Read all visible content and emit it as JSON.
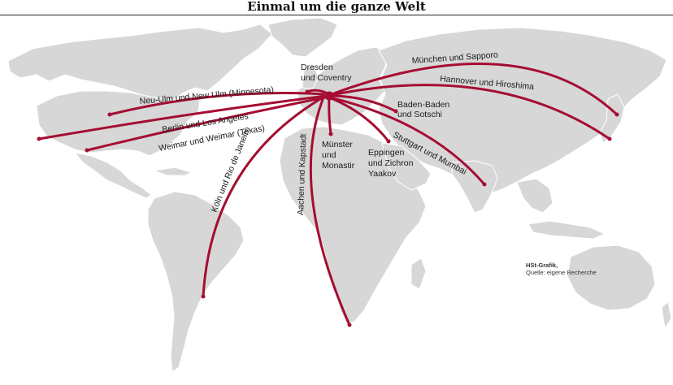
{
  "title": "Einmal um die ganze Welt",
  "routes": [
    {
      "label": "Neu-Ulm und New Ulm (Minnesota)",
      "from": "Neu-Ulm",
      "to": "New Ulm"
    },
    {
      "label": "Berlin und Los Angeles",
      "from": "Berlin",
      "to": "Los Angeles"
    },
    {
      "label": "Weimar und Weimar (Texas)",
      "from": "Weimar",
      "to": "Weimar (Texas)"
    },
    {
      "label": "Köln und Rio de Janeiro",
      "from": "Köln",
      "to": "Rio de Janeiro"
    },
    {
      "label": "Aachen und Kapstadt",
      "from": "Aachen",
      "to": "Kapstadt"
    },
    {
      "label_lines": [
        "Münster",
        "und",
        "Monastir"
      ],
      "from": "Münster",
      "to": "Monastir"
    },
    {
      "label_lines": [
        "Eppingen",
        "und Zichron",
        "Yaakov"
      ],
      "from": "Eppingen",
      "to": "Zichron Yaakov"
    },
    {
      "label": "Stuttgart und Mumbai",
      "from": "Stuttgart",
      "to": "Mumbai"
    },
    {
      "label_lines": [
        "Baden-Baden",
        "und Sotschi"
      ],
      "from": "Baden-Baden",
      "to": "Sotschi"
    },
    {
      "label": "Hannover und Hiroshima",
      "from": "Hannover",
      "to": "Hiroshima"
    },
    {
      "label": "München und Sapporo",
      "from": "München",
      "to": "Sapporo"
    },
    {
      "label_lines": [
        "Dresden",
        "und Coventry"
      ],
      "from": "Dresden",
      "to": "Coventry"
    }
  ],
  "credit": {
    "source_org": "HSt-Grafik,",
    "note": "Quelle: eigene Recherche"
  },
  "colors": {
    "route": "#a50d32",
    "land": "#d7d7d7",
    "background": "#ffffff"
  }
}
